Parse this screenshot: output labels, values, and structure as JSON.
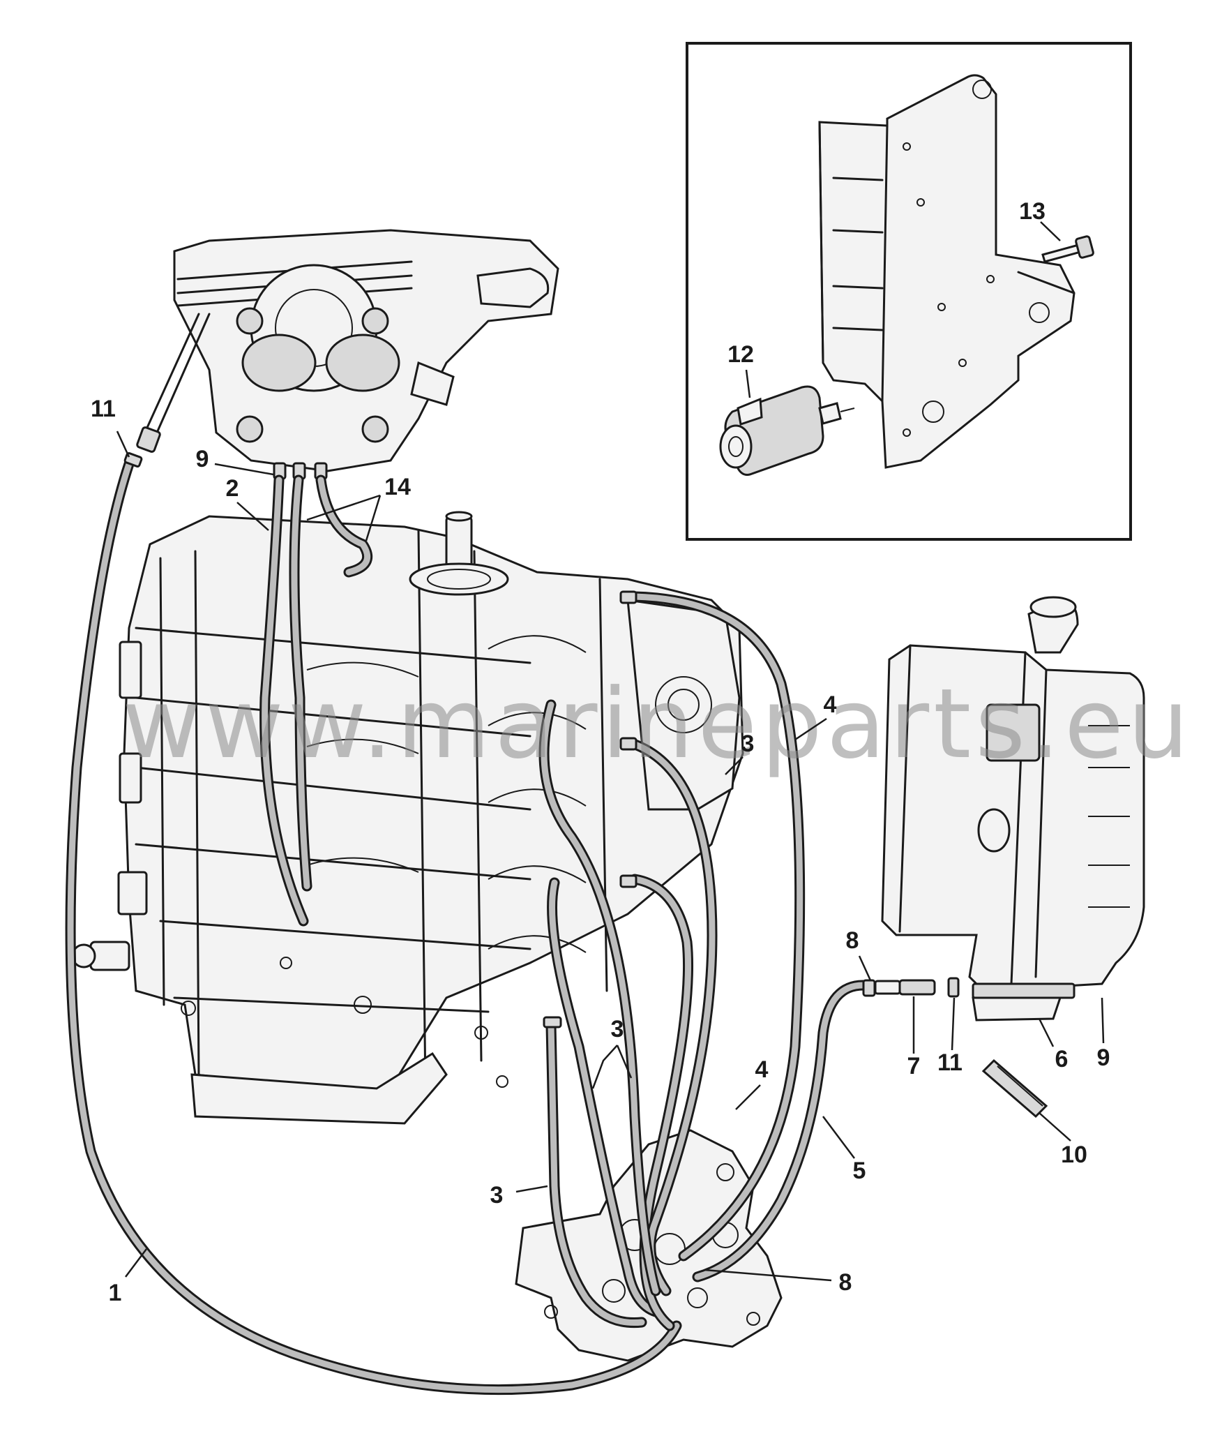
{
  "diagram": {
    "watermark": "www.marineparts.eu",
    "callouts": {
      "c1": "1",
      "c2": "2",
      "c3a": "3",
      "c3b": "3",
      "c3c": "3",
      "c4a": "4",
      "c4b": "4",
      "c5": "5",
      "c6": "6",
      "c7": "7",
      "c8a": "8",
      "c8b": "8",
      "c9a": "9",
      "c9b": "9",
      "c10": "10",
      "c11a": "11",
      "c11b": "11",
      "c12": "12",
      "c13": "13",
      "c14": "14"
    }
  }
}
